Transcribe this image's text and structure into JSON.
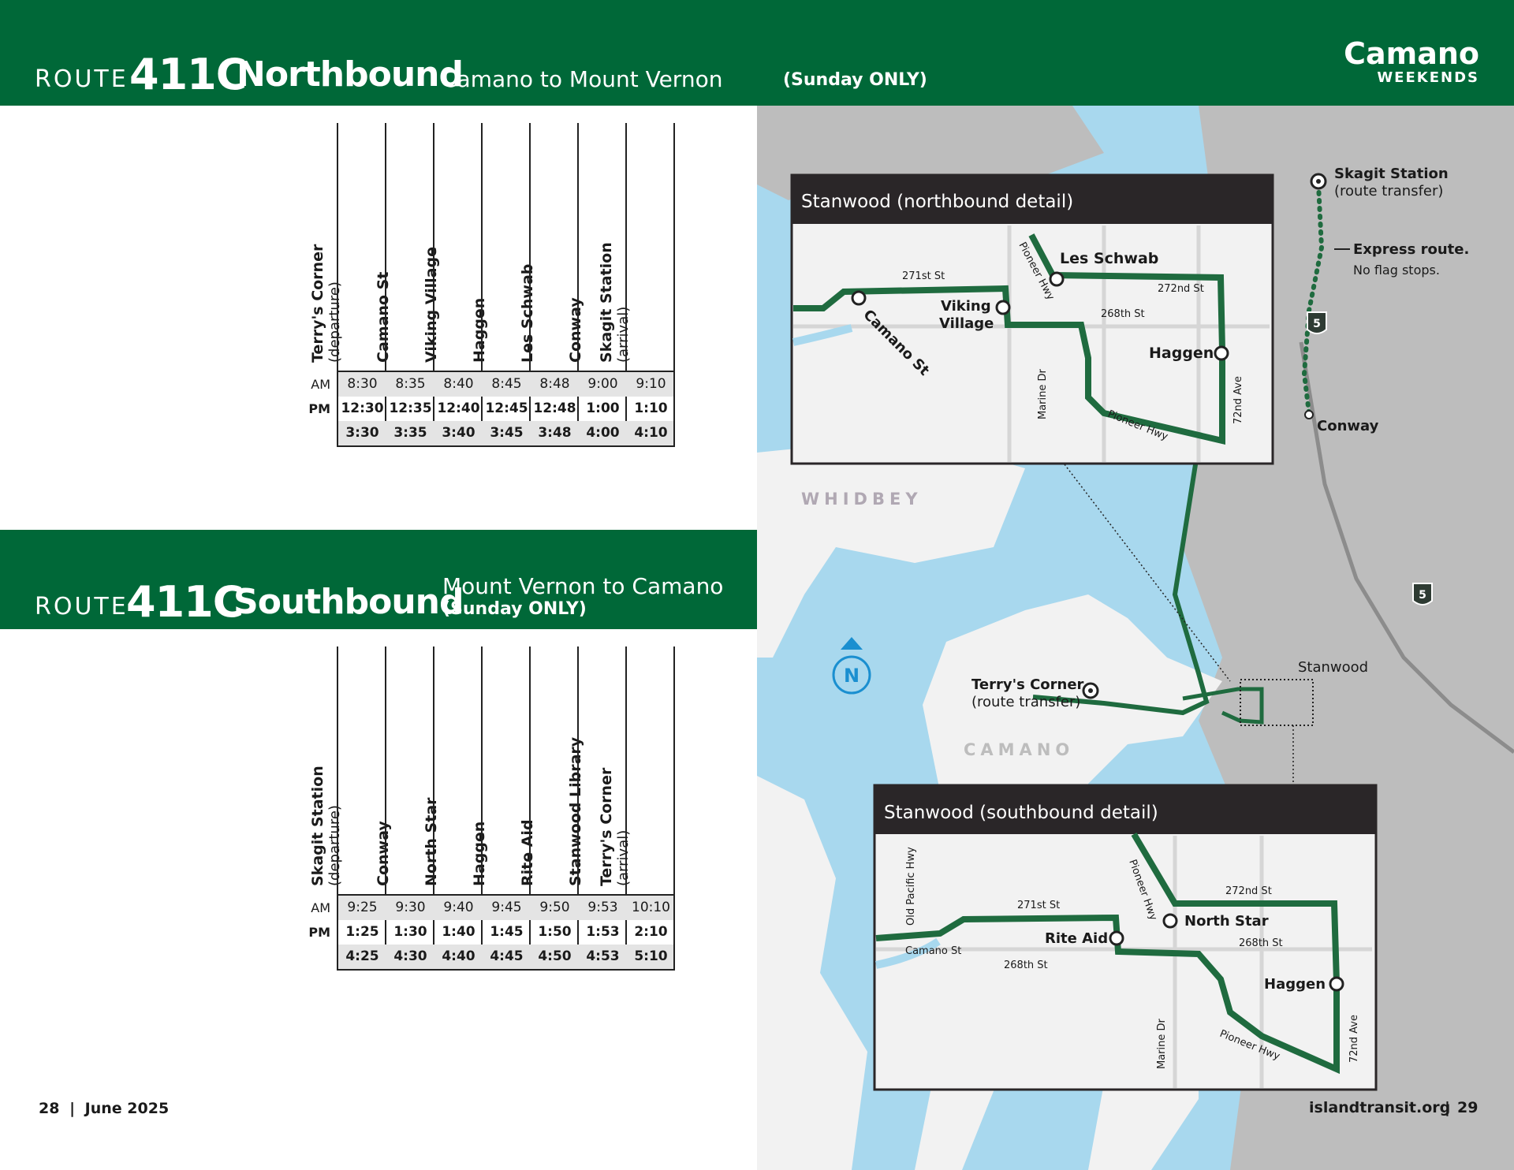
{
  "header": {
    "route_word": "ROUTE",
    "route_num": "411C",
    "direction": "Northbound",
    "subtitle": "Camano to Mount Vernon",
    "note": "(Sunday ONLY)",
    "brand": "Camano",
    "brand_sub": "WEEKENDS"
  },
  "southbound_header": {
    "route_word": "ROUTE",
    "route_num": "411C",
    "direction": "Southbound",
    "subtitle": "Mount Vernon to Camano",
    "note": "(Sunday ONLY)"
  },
  "northbound": {
    "stops": [
      {
        "name": "Terry's Corner",
        "sub": "(departure)"
      },
      {
        "name": "Camano St",
        "sub": ""
      },
      {
        "name": "Viking Village",
        "sub": ""
      },
      {
        "name": "Haggen",
        "sub": ""
      },
      {
        "name": "Les Schwab",
        "sub": ""
      },
      {
        "name": "Conway",
        "sub": ""
      },
      {
        "name": "Skagit Station",
        "sub": "(arrival)"
      }
    ],
    "rows": [
      {
        "period": "AM",
        "times": [
          "8:30",
          "8:35",
          "8:40",
          "8:45",
          "8:48",
          "9:00",
          "9:10"
        ]
      },
      {
        "period": "PM",
        "times": [
          "12:30",
          "12:35",
          "12:40",
          "12:45",
          "12:48",
          "1:00",
          "1:10"
        ]
      },
      {
        "period": "",
        "times": [
          "3:30",
          "3:35",
          "3:40",
          "3:45",
          "3:48",
          "4:00",
          "4:10"
        ]
      }
    ]
  },
  "southbound": {
    "stops": [
      {
        "name": "Skagit Station",
        "sub": "(departure)"
      },
      {
        "name": "Conway",
        "sub": ""
      },
      {
        "name": "North Star",
        "sub": ""
      },
      {
        "name": "Haggen",
        "sub": ""
      },
      {
        "name": "Rite Aid",
        "sub": ""
      },
      {
        "name": "Stanwood Library",
        "sub": ""
      },
      {
        "name": "Terry's Corner",
        "sub": "(arrival)"
      }
    ],
    "rows": [
      {
        "period": "AM",
        "times": [
          "9:25",
          "9:30",
          "9:40",
          "9:45",
          "9:50",
          "9:53",
          "10:10"
        ]
      },
      {
        "period": "PM",
        "times": [
          "1:25",
          "1:30",
          "1:40",
          "1:45",
          "1:50",
          "1:53",
          "2:10"
        ]
      },
      {
        "period": "",
        "times": [
          "4:25",
          "4:30",
          "4:40",
          "4:45",
          "4:50",
          "4:53",
          "5:10"
        ]
      }
    ]
  },
  "footer": {
    "left_page": "28",
    "left_date": "June 2025",
    "right_site": "islandtransit.org",
    "right_page": "29"
  },
  "map": {
    "north_letter": "N",
    "regions": {
      "whidbey": "WHIDBEY",
      "camano": "CAMANO"
    },
    "stanwood": "Stanwood",
    "skagit_station": "Skagit Station",
    "skagit_station_sub": "(route transfer)",
    "express_route": "Express route.",
    "no_flag": "No flag stops.",
    "conway": "Conway",
    "terrys_corner": "Terry's Corner",
    "terrys_corner_sub": "(route transfer)",
    "interstate": "5",
    "inset_north": {
      "title": "Stanwood (northbound detail)",
      "les_schwab": "Les Schwab",
      "st_271": "271st St",
      "st_272": "272nd St",
      "st_268": "268th St",
      "pioneer_hwy": "Pioneer Hwy",
      "viking_village_1": "Viking",
      "viking_village_2": "Village",
      "camano_st": "Camano St",
      "haggen": "Haggen",
      "marine_dr": "Marine Dr",
      "ave_72": "72nd Ave"
    },
    "inset_south": {
      "title": "Stanwood (southbound detail)",
      "old_pacific": "Old Pacific Hwy",
      "pioneer_hwy": "Pioneer Hwy",
      "st_272": "272nd St",
      "st_271": "271st St",
      "north_star": "North Star",
      "rite_aid": "Rite Aid",
      "st_268a": "268th St",
      "camano_st": "Camano St",
      "st_268b": "268th St",
      "haggen": "Haggen",
      "marine_dr": "Marine Dr",
      "ave_72": "72nd Ave"
    }
  },
  "colors": {
    "brand_green": "#006838",
    "route_green": "#1f6b3f",
    "water": "#a8d8ee",
    "land": "#bdbdbd",
    "inset_bar": "#2a2628"
  }
}
